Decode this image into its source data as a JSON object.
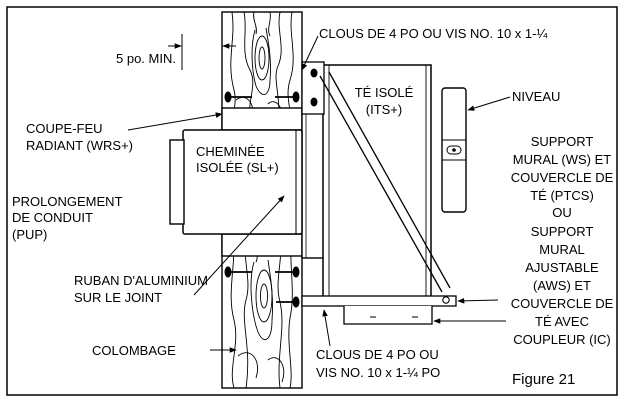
{
  "labels": {
    "nails_top": "CLOUS DE 4 PO OU VIS NO. 10 x 1-¼",
    "min_clearance": "5 po. MIN.",
    "insulated_tee_1": "TÉ ISOLÉ",
    "insulated_tee_2": "(ITS+)",
    "level": "NIVEAU",
    "firestop_1": "COUPE-FEU",
    "firestop_2": "RADIANT (WRS+)",
    "chimney_1": "CHEMINÉE",
    "chimney_2": "ISOLÉE (SL+)",
    "extension_1": "PROLONGEMENT",
    "extension_2": "DE CONDUIT",
    "extension_3": "(PUP)",
    "support_1": "SUPPORT",
    "support_2": "MURAL (WS) ET",
    "support_3": "COUVERCLE DE",
    "support_4": "TÉ (PTCS)",
    "support_5": "OU",
    "support_6": "SUPPORT",
    "support_7": "MURAL",
    "support_8": "AJUSTABLE",
    "support_9": "(AWS) ET",
    "support_10": "COUVERCLE DE",
    "support_11": "TÉ AVEC",
    "support_12": "COUPLEUR (IC)",
    "tape_1": "RUBAN D'ALUMINIUM",
    "tape_2": "SUR LE JOINT",
    "stud": "COLOMBAGE",
    "nails_bottom_1": "CLOUS DE 4 PO OU",
    "nails_bottom_2": "VIS NO. 10 x 1-¼ PO",
    "figure": "Figure 21"
  },
  "colors": {
    "line": "#000000",
    "background": "#ffffff",
    "grain": "#111111"
  }
}
